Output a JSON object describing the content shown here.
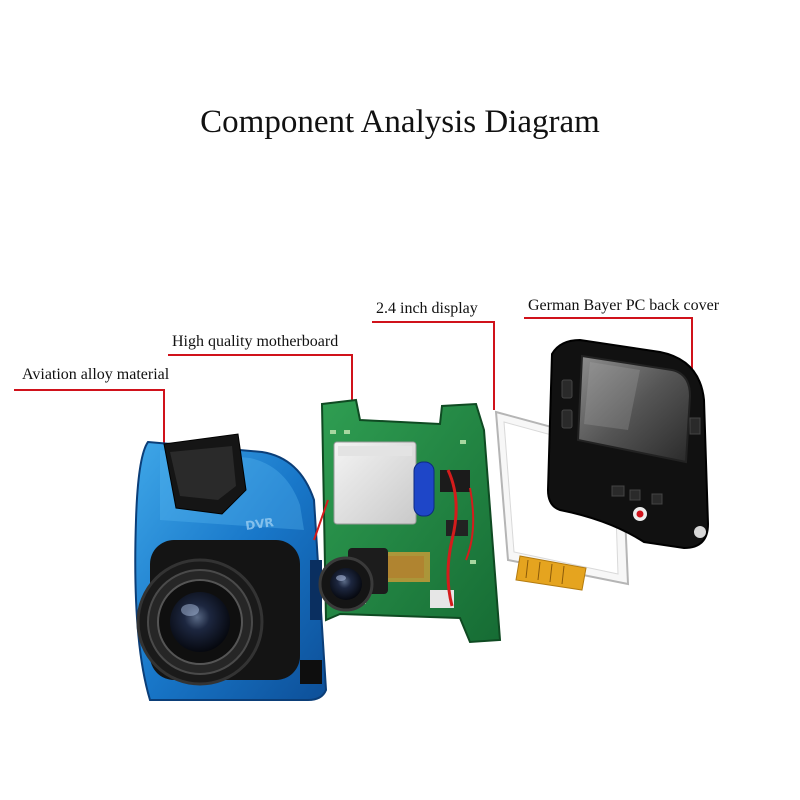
{
  "title": "Component Analysis Diagram",
  "accent_color": "#d0121b",
  "components": [
    {
      "id": "body",
      "label": "Aviation alloy material"
    },
    {
      "id": "motherboard",
      "label": "High quality motherboard"
    },
    {
      "id": "display",
      "label": "2.4 inch display"
    },
    {
      "id": "back-cover",
      "label": "German Bayer PC back cover"
    }
  ],
  "device_print": {
    "brand_mark": "DVR"
  }
}
